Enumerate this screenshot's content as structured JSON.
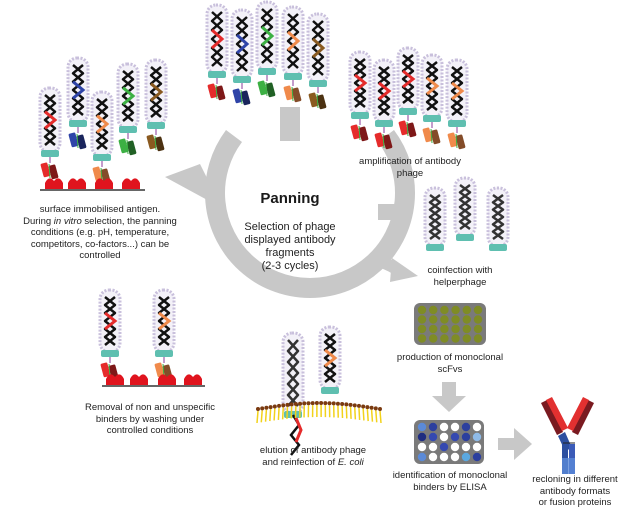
{
  "center": {
    "title": "Panning",
    "subtitle_lines": [
      "Selection of phage",
      "displayed antibody",
      "fragments",
      "(2-3 cycles)"
    ]
  },
  "steps": {
    "immobilised": {
      "line1": "surface immobilised antigen.",
      "line2_pre": "During ",
      "line2_em": "in vitro",
      "line2_post": " selection, the panning",
      "line3": "conditions (e.g. pH, temperature,",
      "line4": "competitors, co-factors...) can be",
      "line5": "controlled"
    },
    "washing": [
      "Removal of non and unspecific",
      "binders by washing under",
      "controlled conditions"
    ],
    "elution": {
      "line1": "elution of antibody phage",
      "line2_pre": "and reinfection of ",
      "line2_em": "E. coli"
    },
    "amplification": [
      "amplification of antibody",
      "phage"
    ],
    "coinfection": [
      "coinfection with",
      "helperphage"
    ],
    "production": [
      "production of monoclonal",
      "scFvs"
    ],
    "elisa": [
      "identification of monoclonal",
      "binders by ELISA"
    ],
    "recloning": [
      "recloning in different",
      "antibody formats",
      "or fusion proteins"
    ]
  },
  "colors": {
    "arrow": "#c8c8c8",
    "capsid": "#c9c0dc",
    "tail": "#5fbfb0",
    "antigen": "#e0141e",
    "plate": "#7a7a7a",
    "well_green": "#7f8c25",
    "antibody_heavy": "#2c4fa0",
    "antibody_light_red": "#e23030"
  },
  "phage_libraries": {
    "top": [
      "#e52b2b",
      "#2f44a8",
      "#3cb043",
      "#f08a4b",
      "#8a5a20"
    ],
    "left": [
      "#e52b2b",
      "#2f44a8",
      "#f08a4b",
      "#3cb043",
      "#8a5a20"
    ],
    "amplified": [
      "#e52b2b",
      "#e52b2b",
      "#e52b2b",
      "#f08a4b",
      "#f08a4b"
    ],
    "bound": [
      "#e52b2b",
      "#f08a4b"
    ]
  },
  "elisa_wells": [
    [
      "#5b8ad8",
      "#2c3f9e",
      "#ffffff",
      "#ffffff",
      "#2c3f9e",
      "#ffffff"
    ],
    [
      "#1f2d80",
      "#3549b0",
      "#ffffff",
      "#3549b0",
      "#2c3f9e",
      "#8fbbe8"
    ],
    [
      "#ffffff",
      "#ffffff",
      "#3549b0",
      "#ffffff",
      "#ffffff",
      "#ffffff"
    ],
    [
      "#5b8ad8",
      "#ffffff",
      "#ffffff",
      "#ffffff",
      "#5ba8e0",
      "#2c3f9e"
    ]
  ]
}
